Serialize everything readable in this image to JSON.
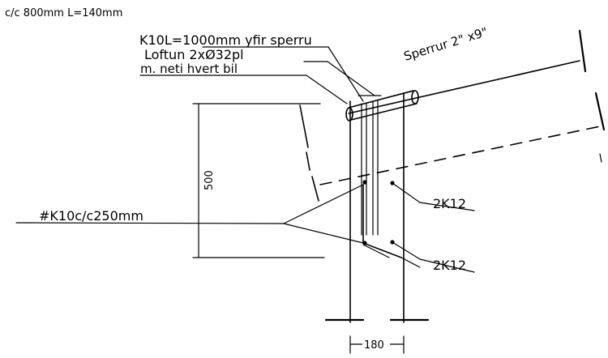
{
  "drawing": {
    "header_line_1": "c/c 800mm  L=140mm",
    "anchor_note": "K10L=1000mm yfir sperru",
    "vent_note_1": "Loftun 2xØ32pl",
    "vent_note_2": "m. neti hvert bil",
    "rafter_label": "Sperrur 2\" x9\"",
    "height_dimension": "500",
    "mesh_label": "#K10c/c250mm",
    "rebar_label_upper": "2K12",
    "rebar_label_lower": "2K12",
    "width_dimension": "180"
  }
}
